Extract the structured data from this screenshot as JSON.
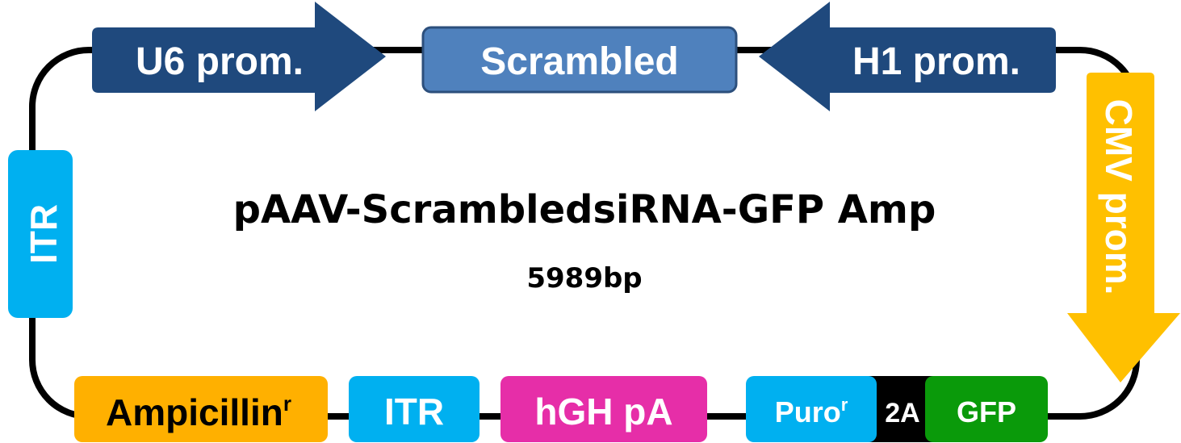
{
  "plasmid": {
    "name": "pAAV-ScrambledsiRNA-GFP Amp",
    "size": "5989bp"
  },
  "features": {
    "u6": {
      "label": "U6 prom.",
      "color": "#1F497D",
      "text_color": "#ffffff"
    },
    "scrambled": {
      "label": "Scrambled",
      "color": "#4F81BD",
      "border": "#2C4F7C",
      "text_color": "#ffffff"
    },
    "h1": {
      "label": "H1 prom.",
      "color": "#1F497D",
      "text_color": "#ffffff"
    },
    "cmv": {
      "label": "CMV prom.",
      "color": "#FFC000",
      "text_color": "#ffffff"
    },
    "itr_left": {
      "label": "ITR",
      "color": "#00B0F0",
      "text_color": "#ffffff"
    },
    "ampicillin": {
      "label": "Ampicillin",
      "sup": "r",
      "color": "#FFB000",
      "text_color": "#000000"
    },
    "itr_bottom": {
      "label": "ITR",
      "color": "#00B0F0",
      "text_color": "#ffffff"
    },
    "hgh": {
      "label": "hGH pA",
      "color": "#E62EA8",
      "text_color": "#ffffff"
    },
    "puro": {
      "label": "Puro",
      "sup": "r",
      "color": "#00B0F0",
      "text_color": "#ffffff"
    },
    "t2a": {
      "label": "2A",
      "color": "#000000",
      "text_color": "#ffffff"
    },
    "gfp": {
      "label": "GFP",
      "color": "#0A9A0A",
      "text_color": "#ffffff"
    }
  },
  "backbone_color": "#000000"
}
